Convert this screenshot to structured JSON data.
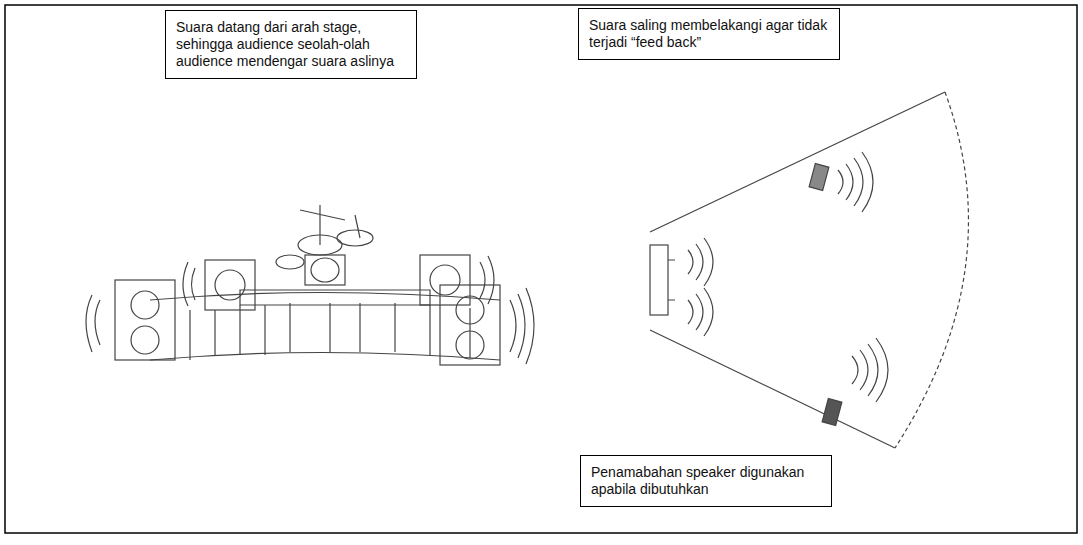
{
  "diagram": {
    "nodes": [
      {
        "text": [
          "Suara datang dari arah stage, sehingga audience seolah-olah audience mendengar suara aslinya"
        ]
      },
      {
        "text": [
          "Suara saling membelakangi agar tidak terjadi “feed back”"
        ]
      },
      {
        "text": [
          "Penamabahan speaker digunakan apabila dibutuhkan"
        ]
      }
    ]
  }
}
